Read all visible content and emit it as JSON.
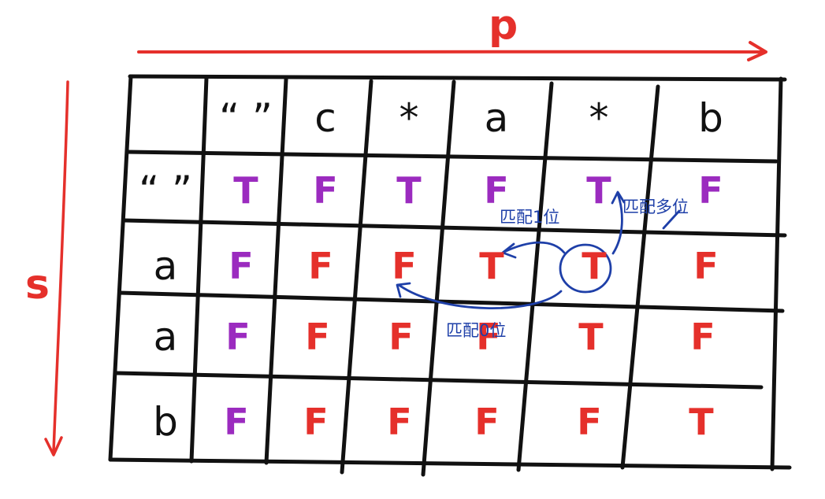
{
  "axes": {
    "column_axis_label": "p",
    "row_axis_label": "s"
  },
  "colors": {
    "grid": "#111111",
    "axis": "#e5302b",
    "initial_value": "#9b2bbf",
    "computed_value": "#e5302b",
    "annotation": "#1e3fa8"
  },
  "table": {
    "column_headers": [
      "“ ”",
      "c",
      "*",
      "a",
      "*",
      "b"
    ],
    "row_headers": [
      "“ ”",
      "a",
      "a",
      "b"
    ],
    "rows": [
      [
        {
          "v": "T",
          "kind": "initial"
        },
        {
          "v": "F",
          "kind": "initial"
        },
        {
          "v": "T",
          "kind": "initial"
        },
        {
          "v": "F",
          "kind": "initial"
        },
        {
          "v": "T",
          "kind": "initial"
        },
        {
          "v": "F",
          "kind": "initial"
        }
      ],
      [
        {
          "v": "F",
          "kind": "initial"
        },
        {
          "v": "F",
          "kind": "computed"
        },
        {
          "v": "F",
          "kind": "computed"
        },
        {
          "v": "T",
          "kind": "computed"
        },
        {
          "v": "T",
          "kind": "computed"
        },
        {
          "v": "F",
          "kind": "computed"
        }
      ],
      [
        {
          "v": "F",
          "kind": "initial"
        },
        {
          "v": "F",
          "kind": "computed"
        },
        {
          "v": "F",
          "kind": "computed"
        },
        {
          "v": "F",
          "kind": "computed"
        },
        {
          "v": "T",
          "kind": "computed"
        },
        {
          "v": "F",
          "kind": "computed"
        }
      ],
      [
        {
          "v": "F",
          "kind": "initial"
        },
        {
          "v": "F",
          "kind": "computed"
        },
        {
          "v": "F",
          "kind": "computed"
        },
        {
          "v": "F",
          "kind": "computed"
        },
        {
          "v": "F",
          "kind": "computed"
        },
        {
          "v": "T",
          "kind": "computed"
        }
      ]
    ]
  },
  "annotations": {
    "match_one": "匹配1位",
    "match_many": "匹配多位",
    "match_zero": "匹配0位"
  }
}
